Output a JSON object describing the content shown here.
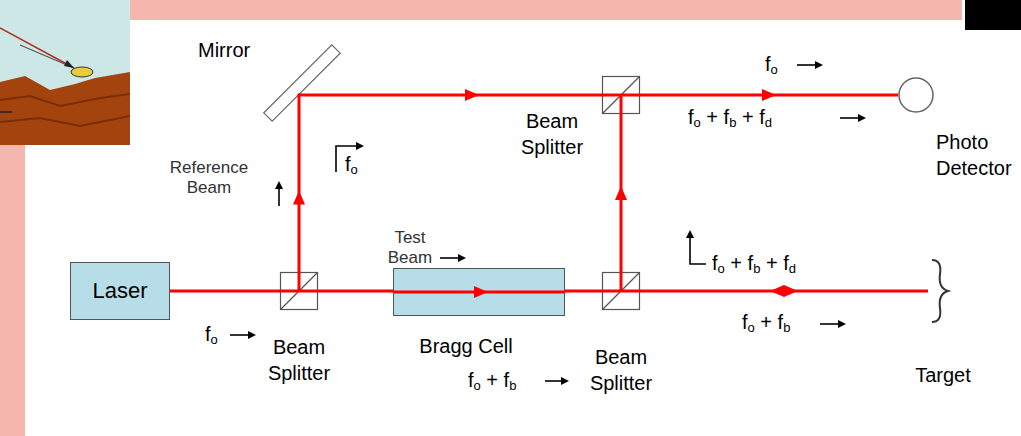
{
  "diagram": {
    "nodes": [
      {
        "text": [
          "Laser"
        ]
      },
      {
        "text": [
          "Beam Splitter"
        ]
      },
      {
        "text": [
          "Mirror"
        ]
      },
      {
        "text": [
          "Bragg Cell"
        ]
      },
      {
        "text": [
          "Beam Splitter"
        ]
      },
      {
        "text": [
          "Beam Splitter"
        ]
      },
      {
        "text": [
          "Photo Detector"
        ]
      },
      {
        "text": [
          "Target"
        ]
      }
    ],
    "edges": [
      {
        "from": 0,
        "to": 1,
        "arrow": "none",
        "label": "fo"
      },
      {
        "from": 1,
        "to": 3,
        "arrow": "none",
        "label": "Test Beam"
      },
      {
        "from": 3,
        "to": 5,
        "arrow": "none"
      },
      {
        "from": 5,
        "to": 7,
        "arrow": "both",
        "label": "fo + fb"
      },
      {
        "from": 1,
        "to": 2,
        "arrow": "to",
        "label": "Reference Beam"
      },
      {
        "from": 2,
        "to": 4,
        "arrow": "to"
      },
      {
        "from": 4,
        "to": 6,
        "arrow": "to",
        "label": "fo"
      },
      {
        "from": 5,
        "to": 4,
        "arrow": "to",
        "label": "fo + fb + fd"
      }
    ],
    "labels": [
      "fo",
      "fo + fb + fd",
      "fo + fb"
    ]
  }
}
